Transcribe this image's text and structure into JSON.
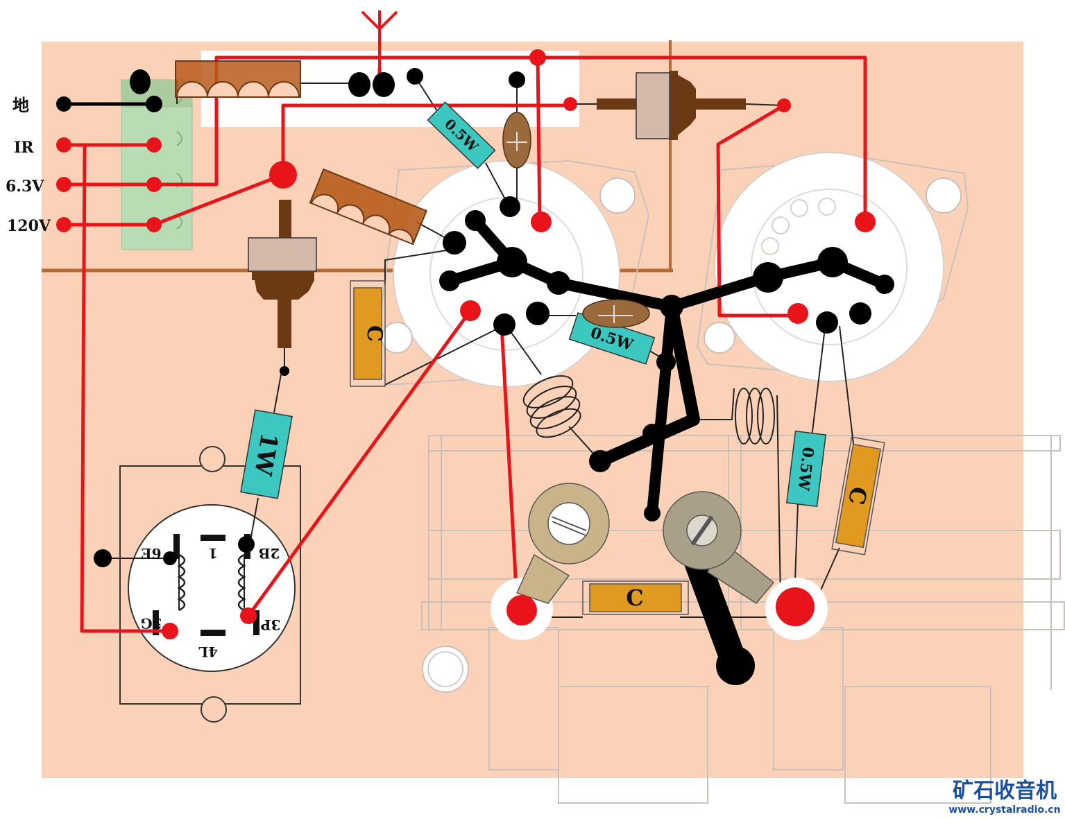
{
  "terminal_labels": {
    "ground": "地",
    "ir": "IR",
    "heater": "6.3V",
    "hv": "120V"
  },
  "resistor_labels": {
    "r_top": "0.5W",
    "r_mid": "0.5W",
    "r_right": "0.5W",
    "r_1w": "1W"
  },
  "capacitor_labels": {
    "c_left": "C",
    "c_bottom": "C",
    "c_right": "C"
  },
  "transformer_pins": {
    "p6": "6E",
    "p1": "1",
    "p2": "2B",
    "p5": "5G",
    "p3": "3P",
    "p4": "4L"
  },
  "watermark": {
    "title": "矿石收音机",
    "url": "www.crystalradio.cn"
  },
  "colors": {
    "board": "#fbd2b8",
    "wire_red": "#e8141a",
    "ground_black": "#000000",
    "coil_brown": "#b85c1c",
    "resistor_teal": "#3cc8c0",
    "capacitor_orange": "#e09a20",
    "terminal_green": "#b8dcb4"
  }
}
